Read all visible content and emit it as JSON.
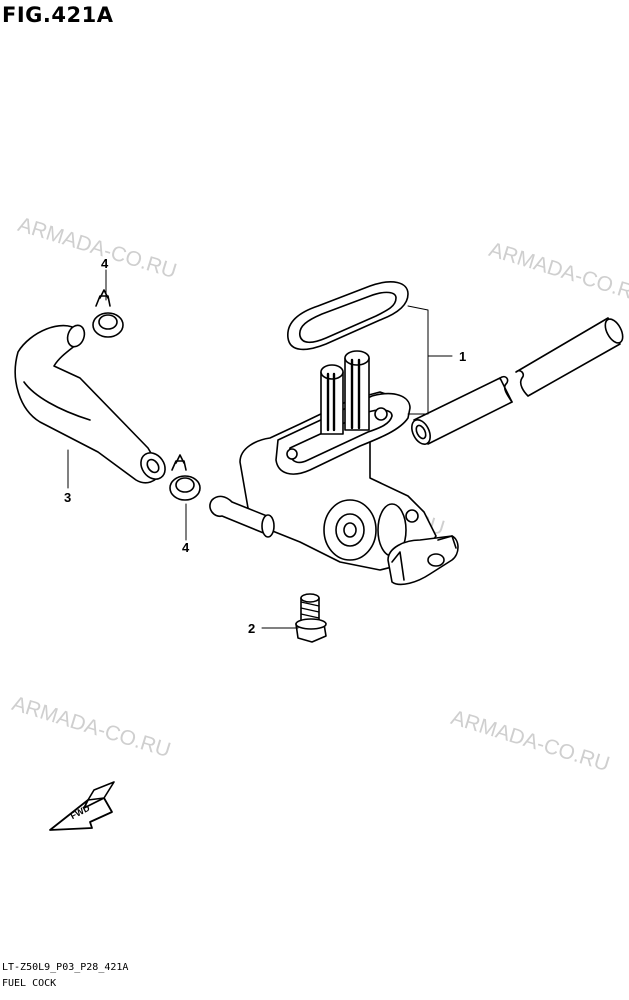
{
  "figure": {
    "title": "FIG.421A"
  },
  "watermarks": [
    "ARMADA-CO.RU",
    "ARMADA-CO.RU",
    "ARMADA-CO.RU",
    "ARMADA-CO.RU",
    "ARMADA-CO.RU"
  ],
  "callouts": [
    "1",
    "2",
    "3",
    "4",
    "4"
  ],
  "direction_label": "FWD",
  "footer": {
    "code": "LT-Z50L9_P03_P28_421A",
    "name": "FUEL COCK"
  }
}
